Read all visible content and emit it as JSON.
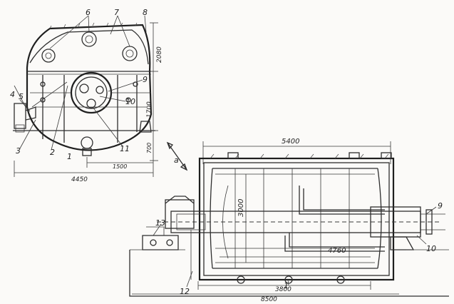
{
  "front_view": {
    "callouts": [
      "6",
      "7",
      "8",
      "9",
      "10",
      "11",
      "1",
      "2",
      "3",
      "4",
      "5"
    ],
    "dimensions": {
      "overall_width": "4450",
      "half_width": "1500",
      "height_top": "2080",
      "height_mid": "1700",
      "height_bottom": "700"
    },
    "section_label": "a"
  },
  "side_view": {
    "callouts": [
      "9",
      "10",
      "12",
      "13",
      "1"
    ],
    "dimensions": {
      "top_length": "5400",
      "inner_diameter": "3000",
      "inner_length": "4760",
      "bottom_length": "3800",
      "overall_length": "8500"
    }
  }
}
